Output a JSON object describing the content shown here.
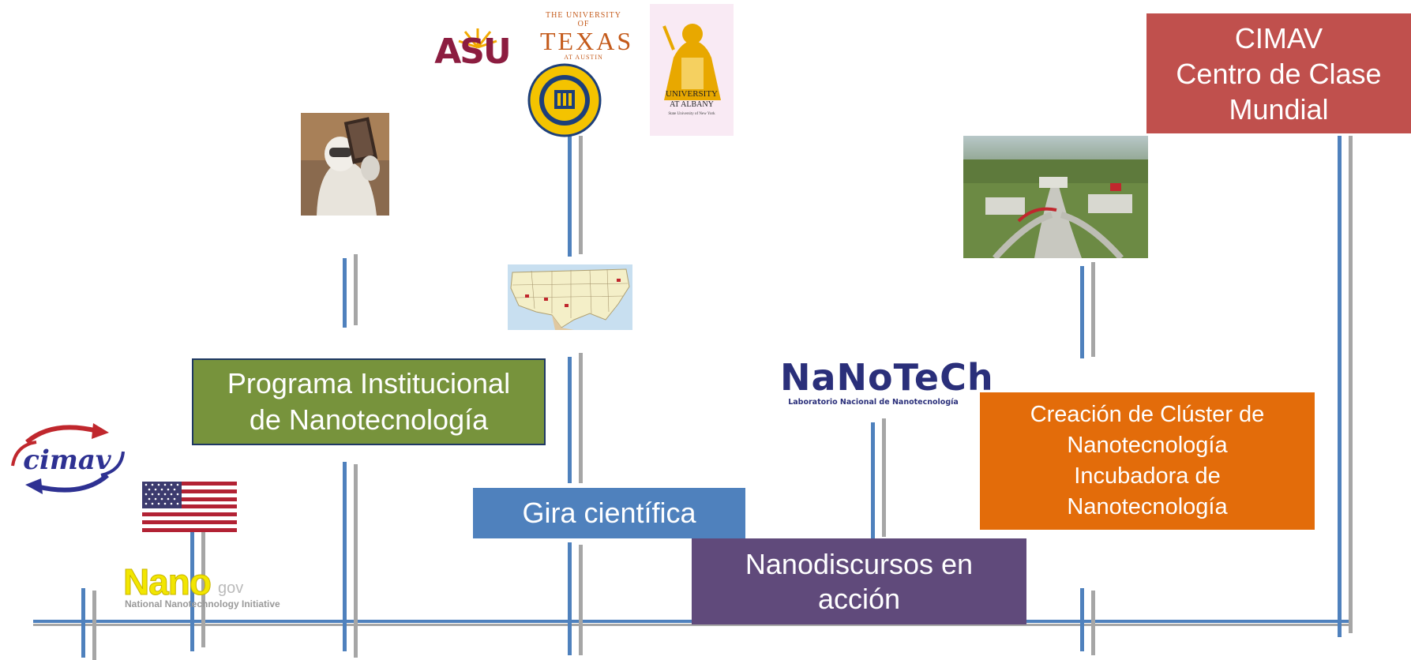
{
  "colors": {
    "timeline_blue": "#4f81bd",
    "timeline_gray": "#a6a6a6",
    "green": "#77933c",
    "blue": "#4f81bd",
    "purple": "#604a7b",
    "orange": "#e36c0a",
    "red": "#c0504d",
    "nano_yellow": "#f2e600"
  },
  "boxes": {
    "programa": {
      "line1": "Programa Institucional",
      "line2": "de Nanotecnología"
    },
    "gira": {
      "label": "Gira científica"
    },
    "nanodiscursos": {
      "line1": "Nanodiscursos en",
      "line2": "acción"
    },
    "cluster": {
      "line1": "Creación de Clúster de",
      "line2": "Nanotecnología",
      "line3": "Incubadora de",
      "line4": "Nanotecnología"
    },
    "cimav_centro": {
      "line1": "CIMAV",
      "line2": "Centro de Clase",
      "line3": "Mundial"
    }
  },
  "logos": {
    "cimav": "cimav",
    "nano_gov": {
      "main": "Nano",
      "suffix": "gov",
      "sub": "National Nanotechnology Initiative"
    },
    "nanotech": {
      "main": "NaNoTeCh",
      "sub": "Laboratorio Nacional de Nanotecnología"
    },
    "asu": "ASU",
    "texas": {
      "top": "THE UNIVERSITY OF",
      "main": "TEXAS",
      "bottom": "AT AUSTIN"
    },
    "albany": {
      "line1": "UNIVERSITY",
      "line2": "AT ALBANY",
      "line3": "State University of New York"
    }
  },
  "icons": [
    "us-flag-icon",
    "uc-irvine-seal-icon",
    "usa-map-icon",
    "researcher-photo",
    "campus-aerial-photo"
  ]
}
